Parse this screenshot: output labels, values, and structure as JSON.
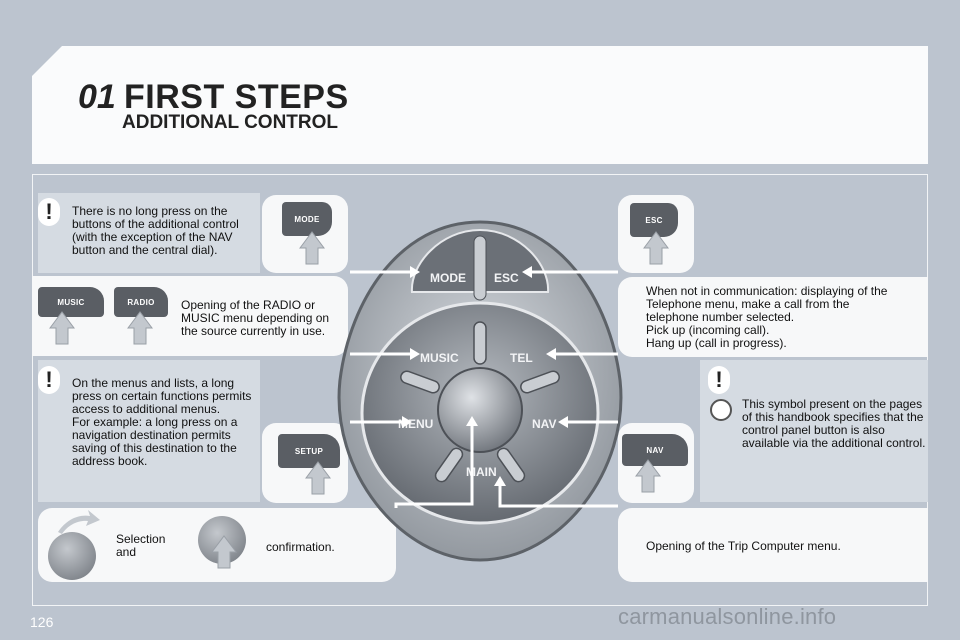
{
  "header": {
    "chapter_number": "01",
    "chapter_title": "FIRST STEPS",
    "section_title": "ADDITIONAL CONTROL"
  },
  "warning_icon": "exclamation-warning-icon",
  "notes": {
    "no_long_press": "There is no long press on the buttons of the additional control (with the exception of the NAV button and the central dial).",
    "radio_music": "Opening of the RADIO or MUSIC menu depending on the source currently in use.",
    "long_press": "On the menus and lists, a long press on certain functions permits access to additional menus.\nFor example: a long press on a navigation destination permits saving of this destination to the address book.",
    "telephone": "When not in communication: displaying of the Telephone menu, make a call from the telephone number selected.\nPick up (incoming call).\nHang up (call in progress).",
    "symbol": "This symbol present on the pages of this handbook specifies that the control panel button is also available via the additional control.",
    "selection": "Selection\nand",
    "confirmation": "confirmation.",
    "trip_computer": "Opening of the Trip Computer menu."
  },
  "keys": {
    "mode": "MODE",
    "esc": "ESC",
    "music": "MUSIC",
    "radio": "RADIO",
    "setup": "SETUP",
    "nav": "NAV"
  },
  "control": {
    "mode": "MODE",
    "esc": "ESC",
    "music": "MUSIC",
    "tel": "TEL",
    "menu": "MENU",
    "nav": "NAV",
    "main": "MAIN"
  },
  "footer": {
    "page_number": "126",
    "watermark": "carmanualsonline.info"
  }
}
